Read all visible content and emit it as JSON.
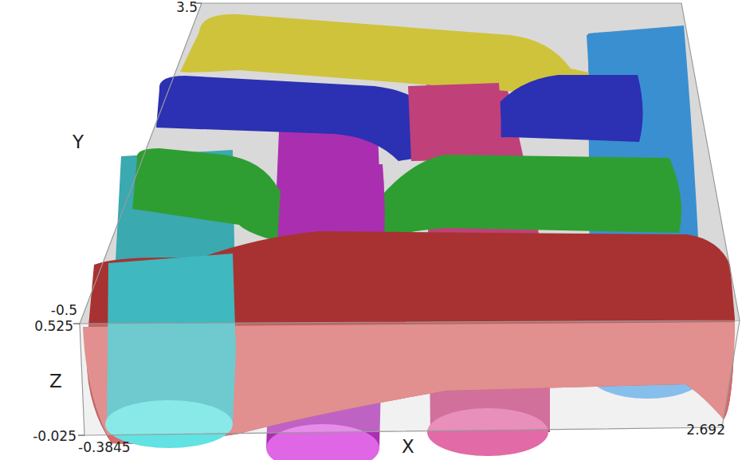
{
  "diagram": {
    "labels": [
      "3.5",
      "Y",
      "-0.5",
      "0.525",
      "Z",
      "-0.025",
      "-0.3845",
      "X",
      "2.692"
    ]
  }
}
